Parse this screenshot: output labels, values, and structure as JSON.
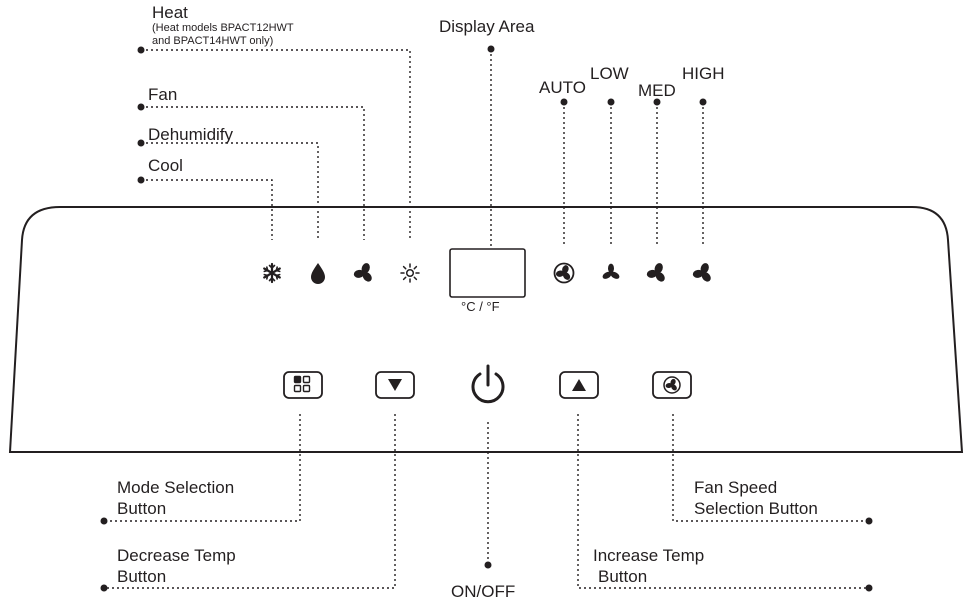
{
  "labels": {
    "heat": "Heat",
    "heat_note_1": "(Heat models BPACT12HWT",
    "heat_note_2": "and BPACT14HWT only)",
    "fan": "Fan",
    "dehumidify": "Dehumidify",
    "cool": "Cool",
    "display_area": "Display Area",
    "auto": "AUTO",
    "low": "LOW",
    "med": "MED",
    "high": "HIGH",
    "mode_1": "Mode Selection",
    "mode_2": "Button",
    "decrease_1": "Decrease Temp",
    "decrease_2": "Button",
    "onoff": "ON/OFF",
    "increase_1": "Increase Temp",
    "increase_2": "Button",
    "fanspeed_1": "Fan Speed",
    "fanspeed_2": "Selection Button"
  },
  "panel": {
    "unit_label": "°C / °F"
  },
  "icons": {
    "mode_indicators": [
      "snowflake-icon",
      "water-drop-icon",
      "fan-icon",
      "sun-icon"
    ],
    "speed_indicators": [
      "fan-auto-icon",
      "fan-low-icon",
      "fan-med-icon",
      "fan-high-icon"
    ],
    "buttons": [
      "mode-grid-icon",
      "arrow-down-icon",
      "power-icon",
      "arrow-up-icon",
      "fan-speed-icon"
    ]
  },
  "colors": {
    "ink": "#231f20",
    "background": "#ffffff"
  }
}
